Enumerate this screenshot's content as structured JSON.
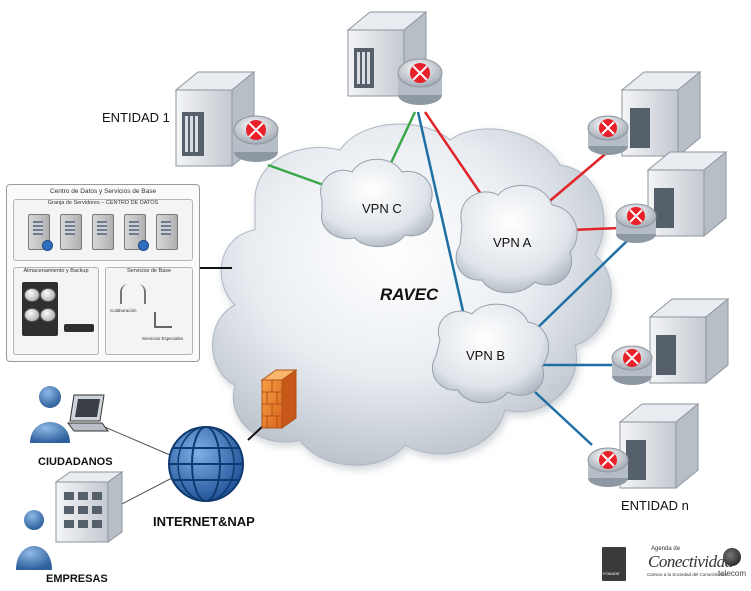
{
  "labels": {
    "entidad1": "ENTIDAD 1",
    "entidadn": "ENTIDAD n",
    "vpn_c": "VPN C",
    "vpn_a": "VPN A",
    "vpn_b": "VPN B",
    "ravec": "RAVEC",
    "ciudadanos": "CIUDADANOS",
    "empresas": "EMPRESAS",
    "internet": "INTERNET&NAP"
  },
  "datacenter": {
    "title": "Centro de Datos y Servicios de Base",
    "granja": "Granja de Servidores – CENTRO DE DATOS",
    "storage": "Almacenamiento y Backup",
    "services": "Servicios de Base",
    "colaboracion": "Colaboración",
    "especiales": "Servicios Especiales"
  },
  "logo": {
    "agenda": "Agenda de",
    "conectividad": "Conectividad",
    "tagline": "Camino a la Sociedad del Conocimiento",
    "telecom": "telecom",
    "fonade": "FONADE"
  },
  "colors": {
    "red_link": "#e0242a",
    "blue_link": "#1f6fa5",
    "green_link": "#3aa84a"
  }
}
